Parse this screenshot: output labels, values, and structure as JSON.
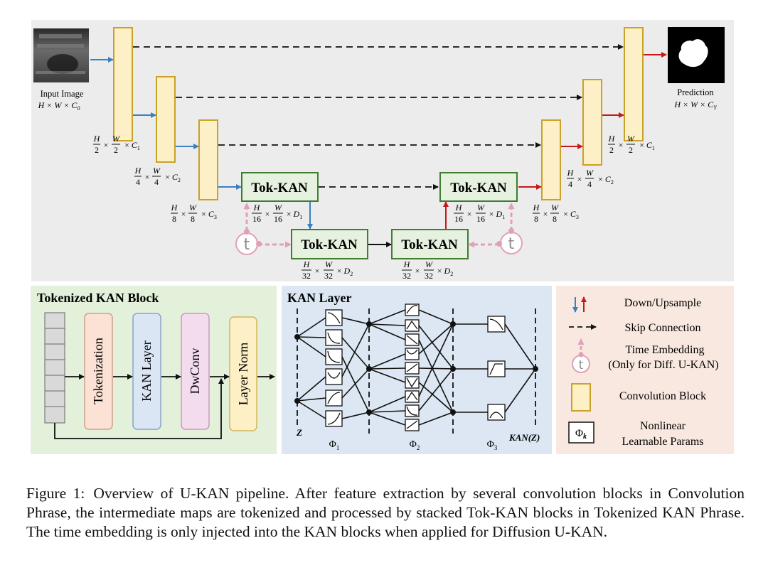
{
  "top": {
    "input_label": "Input Image",
    "input_dims": "H × W × C",
    "input_sub": "0",
    "prediction_label": "Prediction",
    "prediction_dims": "H × W × C",
    "prediction_sub": "Y",
    "tok_kan_label": "Tok-KAN",
    "time_symbol": "t",
    "dims": {
      "half_num": "H",
      "half_den": "2",
      "half_num2": "W",
      "half_den2": "2",
      "c1": "× C",
      "quarter_den": "4",
      "eighth_den": "8",
      "sixteenth_den": "16",
      "thirtysecond_den": "32"
    }
  },
  "tokenized_block": {
    "title": "Tokenized KAN Block",
    "steps": [
      "Tokenization",
      "KAN Layer",
      "DwConv",
      "Layer Norm"
    ]
  },
  "kan_layer": {
    "title": "KAN Layer",
    "z_label": "Z",
    "out_label": "KAN(Z)",
    "phi_labels": [
      "Φ",
      "Φ",
      "Φ"
    ],
    "phi_subs": [
      "1",
      "2",
      "3"
    ]
  },
  "legend": {
    "items": [
      {
        "label": "Down/Upsample"
      },
      {
        "label": "Skip Connection"
      },
      {
        "label": "Time Embedding"
      },
      {
        "label": "(Only for Diff. U-KAN)"
      },
      {
        "label": "Convolution Block"
      },
      {
        "label": "Nonlinear"
      },
      {
        "label": "Learnable Params"
      }
    ],
    "phi_k": "Φ",
    "phi_k_sub": "k"
  },
  "colors": {
    "top_bg": "#ececec",
    "conv_fill": "#fdf0c6",
    "conv_stroke": "#c9a227",
    "tok_fill": "#e6f2df",
    "tok_stroke": "#3e7d32",
    "down_arrow": "#3a7fc1",
    "up_arrow": "#c41a1a",
    "time_pink": "#e2a0b8",
    "block_panel": "#e3f0da",
    "kan_panel": "#dce7f3",
    "legend_panel": "#f8e8df"
  },
  "caption": {
    "figure": "Figure 1:",
    "text": "Overview of U-KAN pipeline. After feature extraction by several convolution blocks in Convolution Phrase, the intermediate maps are tokenized and processed by stacked Tok-KAN blocks in Tokenized KAN Phrase. The time embedding is only injected into the KAN blocks when applied for Diffusion U-KAN."
  }
}
